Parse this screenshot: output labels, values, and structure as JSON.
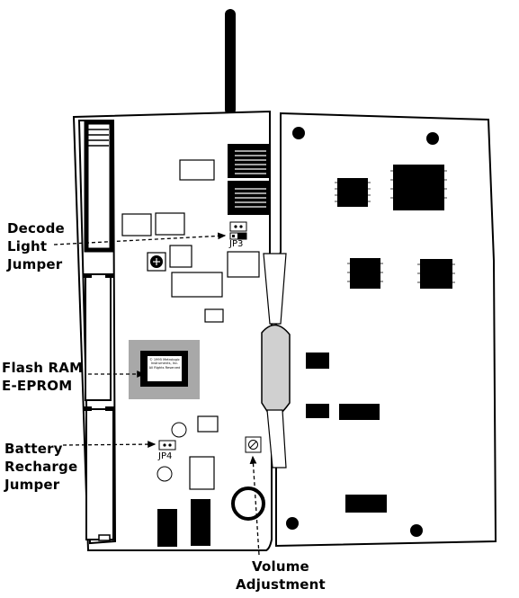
{
  "callouts": {
    "decode_light_jumper": "Decode\nLight\nJumper",
    "flash_ram": "Flash RAM\nE-EPROM",
    "battery_recharge_jumper": "Battery\nRecharge\nJumper",
    "volume_adjustment": "Volume\nAdjustment"
  },
  "jumper_labels": {
    "jp3": "JP3",
    "jp4": "JP4"
  },
  "chip_label": "© 1995 Metrologic\nInstruments, Inc.\nAll Rights Reserved",
  "colors": {
    "outline": "#000000",
    "board": "#ffffff",
    "flash_socket": "#a8a8a8",
    "flex_strip": "#d0d0d0"
  }
}
